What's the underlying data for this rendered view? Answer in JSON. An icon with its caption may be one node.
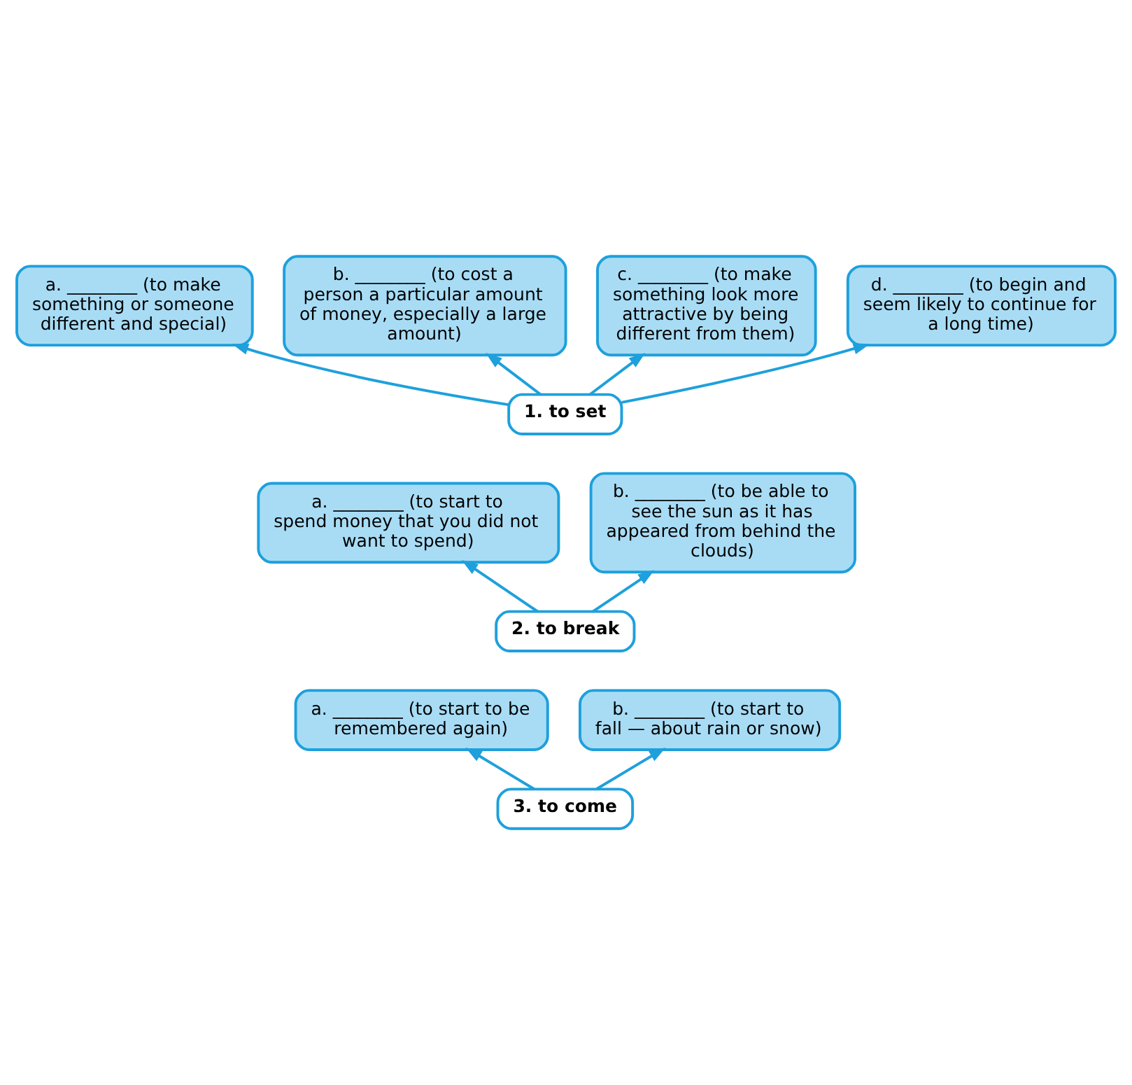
{
  "diagram": {
    "nodes": [
      {
        "text": [
          "1. to set"
        ]
      },
      {
        "text": [
          "a. ________ (to make something or someone different and special)"
        ]
      },
      {
        "text": [
          "b. ________ (to cost a person a particular amount of money, especially a large amount)"
        ]
      },
      {
        "text": [
          "c. ________ (to make something look more attractive by being different from them)"
        ]
      },
      {
        "text": [
          "d. ________ (to begin and seem likely to continue for a long time)"
        ]
      },
      {
        "text": [
          "2. to break"
        ]
      },
      {
        "text": [
          "a. ________ (to start to spend money that you did not want to spend)"
        ]
      },
      {
        "text": [
          "b. ________ (to be able to see the sun as it has appeared from behind the clouds)"
        ]
      },
      {
        "text": [
          "3. to come"
        ]
      },
      {
        "text": [
          "a. ________ (to start to be remembered again)"
        ]
      },
      {
        "text": [
          "b. ________ (to start to fall — about rain or snow)"
        ]
      }
    ],
    "edges": [
      {
        "from": 0,
        "to": 1,
        "arrow": "to"
      },
      {
        "from": 0,
        "to": 2,
        "arrow": "to"
      },
      {
        "from": 0,
        "to": 3,
        "arrow": "to"
      },
      {
        "from": 0,
        "to": 4,
        "arrow": "to"
      },
      {
        "from": 5,
        "to": 6,
        "arrow": "to"
      },
      {
        "from": 5,
        "to": 7,
        "arrow": "to"
      },
      {
        "from": 8,
        "to": 9,
        "arrow": "to"
      },
      {
        "from": 8,
        "to": 10,
        "arrow": "to"
      }
    ]
  }
}
